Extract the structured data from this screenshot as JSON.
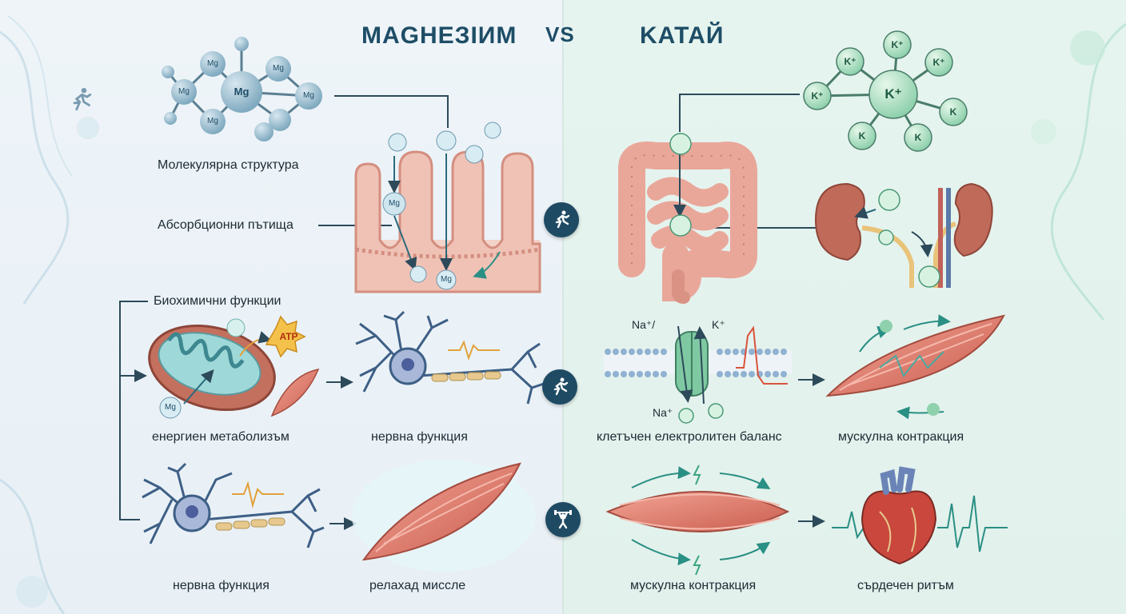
{
  "title": {
    "left": "MAGHEЗIИM",
    "vs": "VS",
    "right": "KATAЙ"
  },
  "left": {
    "molecule_label": "Молекулярна структура",
    "absorption_label": "Абсорбционни пътища",
    "biochem_label": "Биохимични функции",
    "energy_label": "енергиен метаболизъм",
    "nerve_label_1": "нервна функция",
    "nerve_label_2": "нервна функция",
    "relax_label": "релахад миссле",
    "atp": "ATP",
    "mg": "Mg"
  },
  "right": {
    "electrolyte_label": "клетъчен електролитен баланс",
    "muscle_label_1": "мускулна контракция",
    "muscle_label_2": "мускулна контракция",
    "heart_label": "сърдечен ритъм",
    "k": "K",
    "k_plus": "K⁺",
    "na_top": "Na⁺/",
    "na_bottom": "Na⁺",
    "k_channel": "K⁺"
  },
  "colors": {
    "title": "#1e4d66",
    "badge": "#1f4a63",
    "mg_node": "#8fb5c8",
    "k_node": "#bfe6cf",
    "muscle": "#e07e6f",
    "intestine": "#e9a79a"
  },
  "icons": [
    "runner-icon",
    "runner-icon",
    "weightlifter-icon"
  ]
}
